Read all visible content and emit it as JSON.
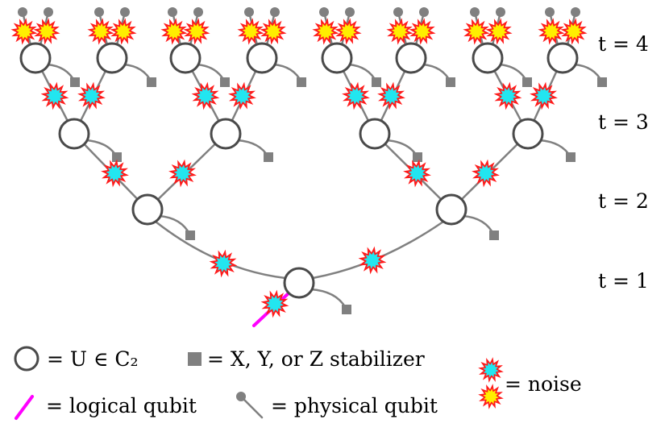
{
  "time_labels": [
    "t = 4",
    "t = 3",
    "t = 2",
    "t = 1"
  ],
  "legend": {
    "gate": "= U ∈ C₂",
    "stabilizer": "= X, Y, or Z stabilizer",
    "noise": "= noise",
    "logical": "= logical qubit",
    "physical": "= physical qubit"
  },
  "colors": {
    "noise_cyan": "#22e6f0",
    "noise_yellow": "#ffee00",
    "noise_red": "#ff1a1a",
    "logical_qubit": "#ff00ff",
    "wire": "#808080",
    "gate_stroke": "#4a4a4a"
  }
}
